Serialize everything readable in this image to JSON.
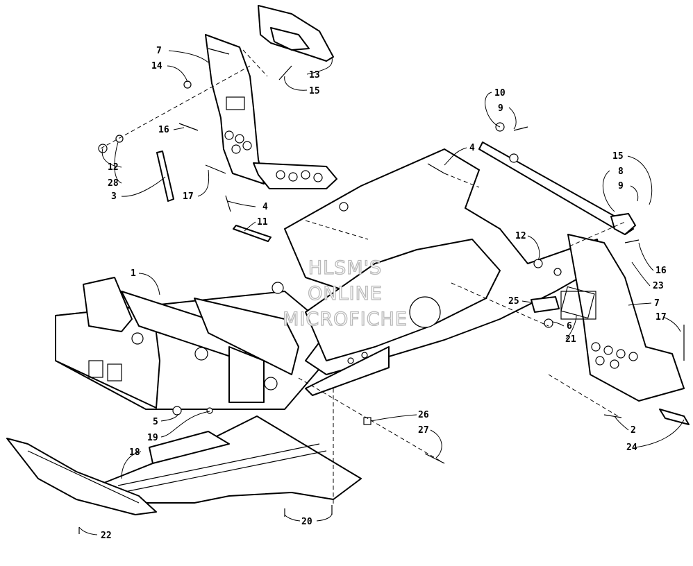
{
  "watermark": {
    "line1": "HLSM'S",
    "line2": "ONLINE",
    "line3": "MICROFICHE"
  },
  "callouts": [
    {
      "id": "c1",
      "text": "1"
    },
    {
      "id": "c2",
      "text": "2"
    },
    {
      "id": "c3",
      "text": "3"
    },
    {
      "id": "c4a",
      "text": "4"
    },
    {
      "id": "c4b",
      "text": "4"
    },
    {
      "id": "c5",
      "text": "5"
    },
    {
      "id": "c6",
      "text": "6"
    },
    {
      "id": "c7a",
      "text": "7"
    },
    {
      "id": "c7b",
      "text": "7"
    },
    {
      "id": "c8",
      "text": "8"
    },
    {
      "id": "c9a",
      "text": "9"
    },
    {
      "id": "c9b",
      "text": "9"
    },
    {
      "id": "c10",
      "text": "10"
    },
    {
      "id": "c11",
      "text": "11"
    },
    {
      "id": "c12a",
      "text": "12"
    },
    {
      "id": "c12b",
      "text": "12"
    },
    {
      "id": "c13",
      "text": "13"
    },
    {
      "id": "c14",
      "text": "14"
    },
    {
      "id": "c15a",
      "text": "15"
    },
    {
      "id": "c15b",
      "text": "15"
    },
    {
      "id": "c16a",
      "text": "16"
    },
    {
      "id": "c16b",
      "text": "16"
    },
    {
      "id": "c17a",
      "text": "17"
    },
    {
      "id": "c17b",
      "text": "17"
    },
    {
      "id": "c18",
      "text": "18"
    },
    {
      "id": "c19",
      "text": "19"
    },
    {
      "id": "c20",
      "text": "20"
    },
    {
      "id": "c21",
      "text": "21"
    },
    {
      "id": "c22",
      "text": "22"
    },
    {
      "id": "c23",
      "text": "23"
    },
    {
      "id": "c24",
      "text": "24"
    },
    {
      "id": "c25",
      "text": "25"
    },
    {
      "id": "c26",
      "text": "26"
    },
    {
      "id": "c27",
      "text": "27"
    },
    {
      "id": "c28",
      "text": "28"
    }
  ]
}
